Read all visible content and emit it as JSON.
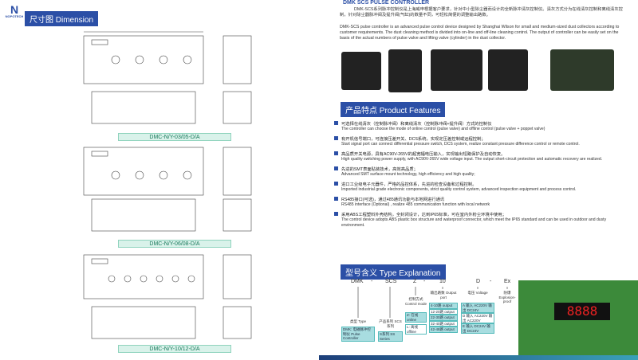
{
  "logo": {
    "text": "NOPOTECH"
  },
  "left": {
    "section_title": "尺寸图 Dimension",
    "models": [
      "DMC-N/Y-03/05-D/A",
      "DMC-N/Y-06/08-D/A",
      "DMC-N/Y-10/12-D/A"
    ]
  },
  "right": {
    "header": "DMK SCS PULSE CONTROLLER",
    "intro_cn": "DMK-SCS系列脉冲控制仪是上海威申根据客户要求，针对中小型除尘器而设计的全新脉冲清灰控制仪。清灰方式分为在线清灰控制和离线清灰控制，针对除尘器脉冲阀及提升阀(气缸)的数量不同，可轻松简便的调整输出路数。",
    "intro_en": "DMK-SCS pulse controller is an advanced pulse control device designed by Shanghai Wilson for small and medium-sized dust collectors according to customer requirements. The dust cleaning method is divided into on-line and off-line cleaning control. The output of controller can be easily set on the basis of the actual numbers of pulse valve and lifting valve (cylinder) in the dust collector.",
    "features_title": "产品特点 Product Features",
    "features": [
      {
        "cn": "可选择在线清灰（控制脉冲阀）和离线清灰（控制脉冲阀+提升阀）方式的控制仪",
        "en": "The controller can choose the mode of online control (pulse valve) and offline control (pulse valve + poppet valve)"
      },
      {
        "cn": "有开机信号端口，可连接压差开关、DCS系统，实现定压差控制或远程控制；",
        "en": "Start signal port can connect differential pressure switch, DCS system, realize constant pressure difference control or remote control."
      },
      {
        "cn": "高品质开关电源，具有AC90V-265V的超宽幅电压输入，实现输出短路保护及自动恢复。",
        "en": "High quality switching power supply, with AC90V-265V wide voltage input. The output short-circuit protection and automatic recovery are realized."
      },
      {
        "cn": "先进的SMT表面贴装技术，高效高品质；",
        "en": "Advanced SMT surface mount technology, high efficiency and high quality;"
      },
      {
        "cn": "进口工业级电子元器件，严格的品控体系，先进的检查设备和过程控制。",
        "en": "Imported industrial grade electronic components, strict quality control system, advanced inspection equipment and process control."
      },
      {
        "cn": "RS485接口(可选)，通过485通讯功能与本地网进行通讯",
        "en": "RS485 interface (Optional) , realize 485 communication function with local network"
      },
      {
        "cn": "采用ABS工程塑料外壳结构，全封闭设计，达到IP65标准，可在室内外粉尘环境中使用；",
        "en": "The control device adopts ABS plastic box structure and waterproof connector, which meet the IP65 standard and can be used in outdoor and dusty environment."
      }
    ],
    "type_title": "型号含义 Type Explanation",
    "code": [
      "DMK",
      "-",
      "SCS",
      "Z",
      "-",
      "10",
      "D",
      "-",
      "Ex"
    ],
    "code_labels": {
      "type": "类型 Type",
      "series": "产品系列 SCS系列",
      "control": "控制方式 Control mode",
      "output": "输出路数 Output port",
      "voltage": "电压 Voltage",
      "ex": "防爆 Explosion-proof"
    },
    "type_box": "DMK: 电磁脉冲控制仪 Pulse Controller",
    "series_box": "S系列 SS Series",
    "control_boxes": [
      "Z: 在线 online",
      "L: 离线 offline"
    ],
    "output_boxes": [
      "4-10路 output",
      "12-20路 output",
      "22-30路 output",
      "32-40路 output",
      "42-48路 output"
    ],
    "voltage_boxes": [
      "A 输入 AC220V 输出 DC24V",
      "D 输入 AC220V 输出 AC220V",
      "E 输入 DC24V 输出 DC24V"
    ]
  }
}
